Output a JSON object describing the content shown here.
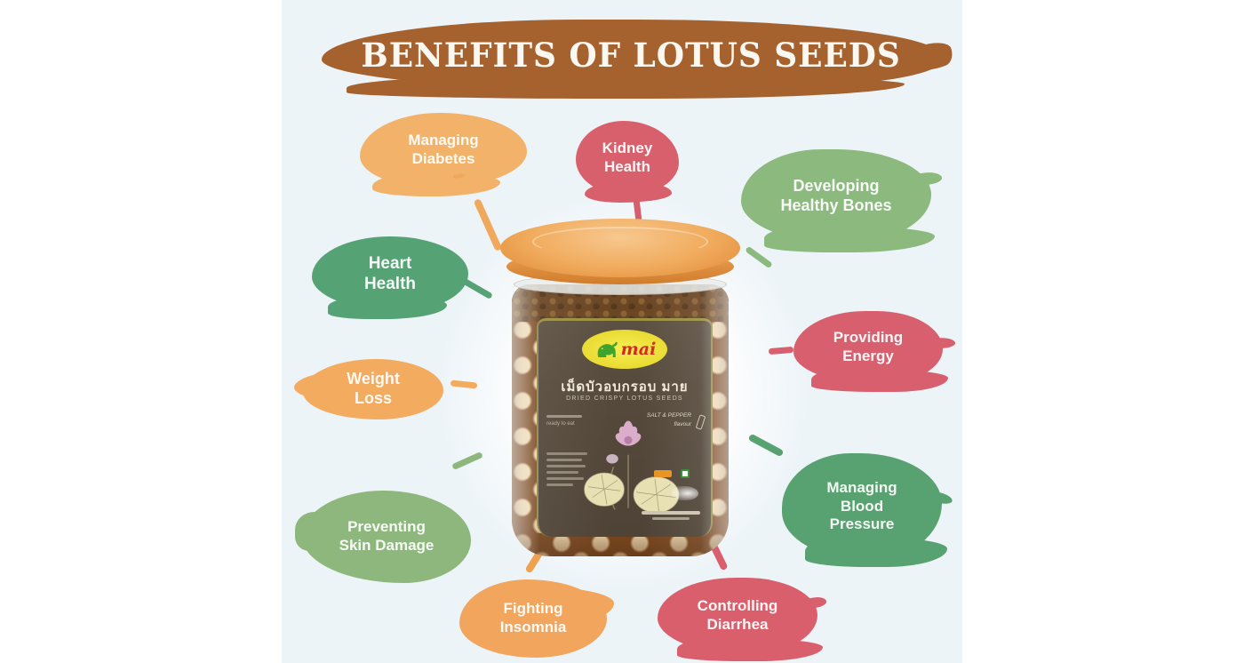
{
  "title": "BENEFITS OF LOTUS SEEDS",
  "benefits": [
    {
      "label": "Managing\nDiabetes",
      "color": "#f2b269"
    },
    {
      "label": "Kidney\nHealth",
      "color": "#d8606c"
    },
    {
      "label": "Developing\nHealthy Bones",
      "color": "#8cb97e"
    },
    {
      "label": "Heart\nHealth",
      "color": "#55a274"
    },
    {
      "label": "Providing\nEnergy",
      "color": "#d8606e"
    },
    {
      "label": "Weight\nLoss",
      "color": "#f3ab60"
    },
    {
      "label": "Managing\nBlood\nPressure",
      "color": "#58a170"
    },
    {
      "label": "Preventing\nSkin Damage",
      "color": "#8db77c"
    },
    {
      "label": "Fighting\nInsomnia",
      "color": "#f2a55c"
    },
    {
      "label": "Controlling\nDiarrhea",
      "color": "#d95f6d"
    }
  ],
  "product": {
    "brand": "mai",
    "name_thai": "เม็ดบัวอบกรอบ มาย",
    "name_en": "DRIED CRISPY LOTUS SEEDS",
    "ready_to_eat": "ready to eat",
    "flavor_line1": "SALT & PEPPER",
    "flavor_line2": "flavour"
  },
  "colors": {
    "page_background": "#ffffff",
    "panel_background": "#edf4f8",
    "title_brush": "#a5612e",
    "title_text": "#fbf8f2",
    "lid_orange": "#f1ac5f",
    "label_background": "#564a3c",
    "logo_yellow": "#efe243",
    "brand_red": "#d42a1e",
    "elephant_green": "#3fa32c",
    "seed_cream": "#ecd5a9"
  }
}
